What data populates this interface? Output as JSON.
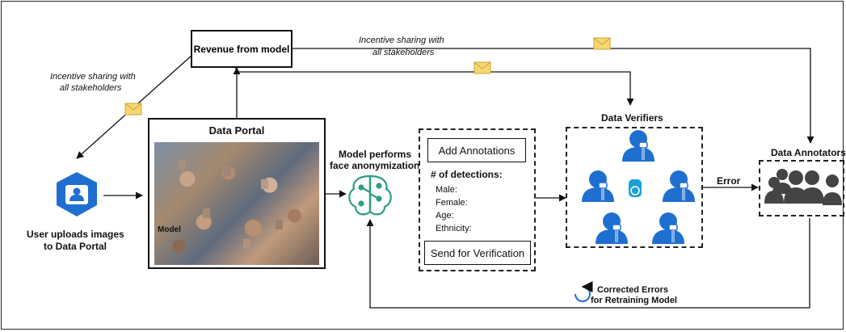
{
  "revenue_box": {
    "label": "Revenue from model"
  },
  "incentive_left": {
    "line1": "Incentive sharing with",
    "line2": "all stakeholders"
  },
  "incentive_top": {
    "line1": "Incentive sharing with",
    "line2": "all stakeholders"
  },
  "user": {
    "line1": "User uploads images",
    "line2": "to Data Portal"
  },
  "data_portal": {
    "title": "Data Portal",
    "photo_overlay": "Model"
  },
  "model": {
    "line1": "Model performs",
    "line2": "face anonymization"
  },
  "annotation_panel": {
    "add_button": "Add Annotations",
    "detections_heading": "# of detections:",
    "fields": [
      "Male:",
      "Female:",
      "Age:",
      "Ethnicity:"
    ],
    "send_button": "Send for Verification"
  },
  "verifiers": {
    "title": "Data Verifiers"
  },
  "error_label": "Error",
  "annotators": {
    "title": "Data Annotators"
  },
  "feedback": {
    "line1": "Corrected Errors",
    "line2": "for Retraining Model"
  },
  "colors": {
    "accent_blue": "#1f6fd1",
    "model_green": "#2e9c86",
    "envelope": "#f5d76e"
  }
}
